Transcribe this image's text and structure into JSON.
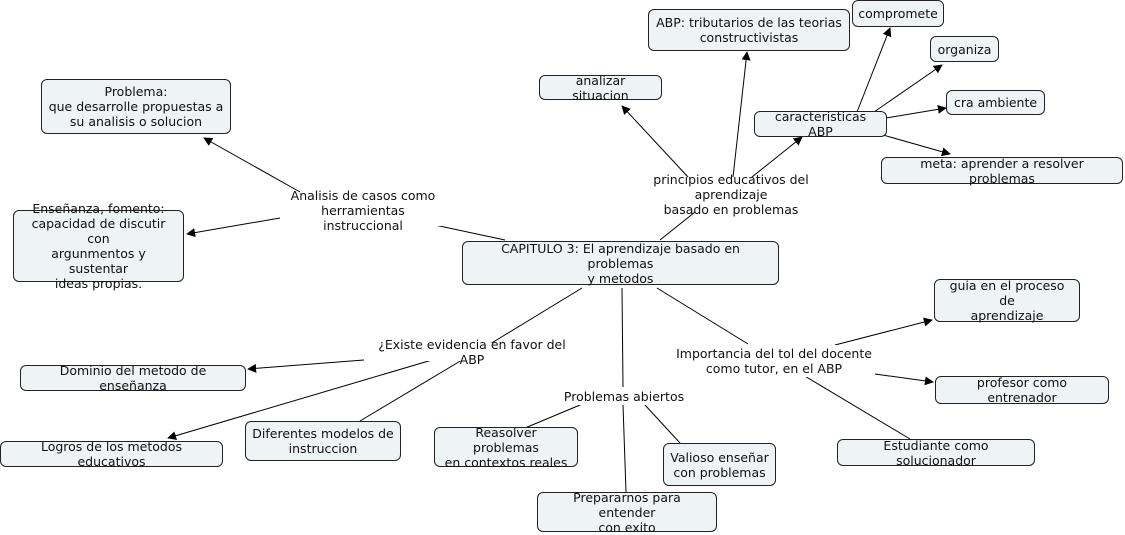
{
  "map": {
    "center": "CAPITULO 3: El aprendizaje basado en problemas\ny metodos",
    "links": {
      "analisis_casos": "Analisis de casos como\nherramientas instruccional",
      "principios": "principios educativos del aprendizaje\nbasado en problemas",
      "evidencia": "¿Existe evidencia en favor del ABP",
      "problemas_abiertos": "Problemas abiertos",
      "importancia_docente": "Importancia del tol del docente\ncomo tutor, en el ABP"
    },
    "concepts": {
      "problema": "Problema:\nque desarrolle propuestas a\nsu analisis o solucion",
      "ensenanza": "Enseñanza, fomento:\ncapacidad de discutir con\nargunmentos y sustentar\nideas propias.",
      "analizar_situacion": "analizar situacion",
      "abp_tributarios": "ABP: tributarios de las teorias\nconstructivistas",
      "caracteristicas_abp": "caracteristicas ABP",
      "compromete": "compromete",
      "organiza": "organiza",
      "cra_ambiente": "cra ambiente",
      "meta": "meta: aprender a resolver problemas",
      "dominio": "Dominio del metodo de enseñanza",
      "logros": "Logros de los metodos educativos",
      "diferentes_modelos": "Diferentes modelos de\ninstruccion",
      "reasolver": "Reasolver problemas\nen contextos reales",
      "valioso": "Valioso enseñar\ncon problemas",
      "prepararnos": "Prepararnos para entender\ncon exito",
      "guia": "guia en el proceso de\naprendizaje",
      "entrenador": "profesor como entrenador",
      "estudiante": "Estudiante como solucionador"
    }
  },
  "colors": {
    "node_fill": "#eef3f5",
    "node_border": "#222222",
    "connector": "#000000",
    "background": "#ffffff"
  }
}
